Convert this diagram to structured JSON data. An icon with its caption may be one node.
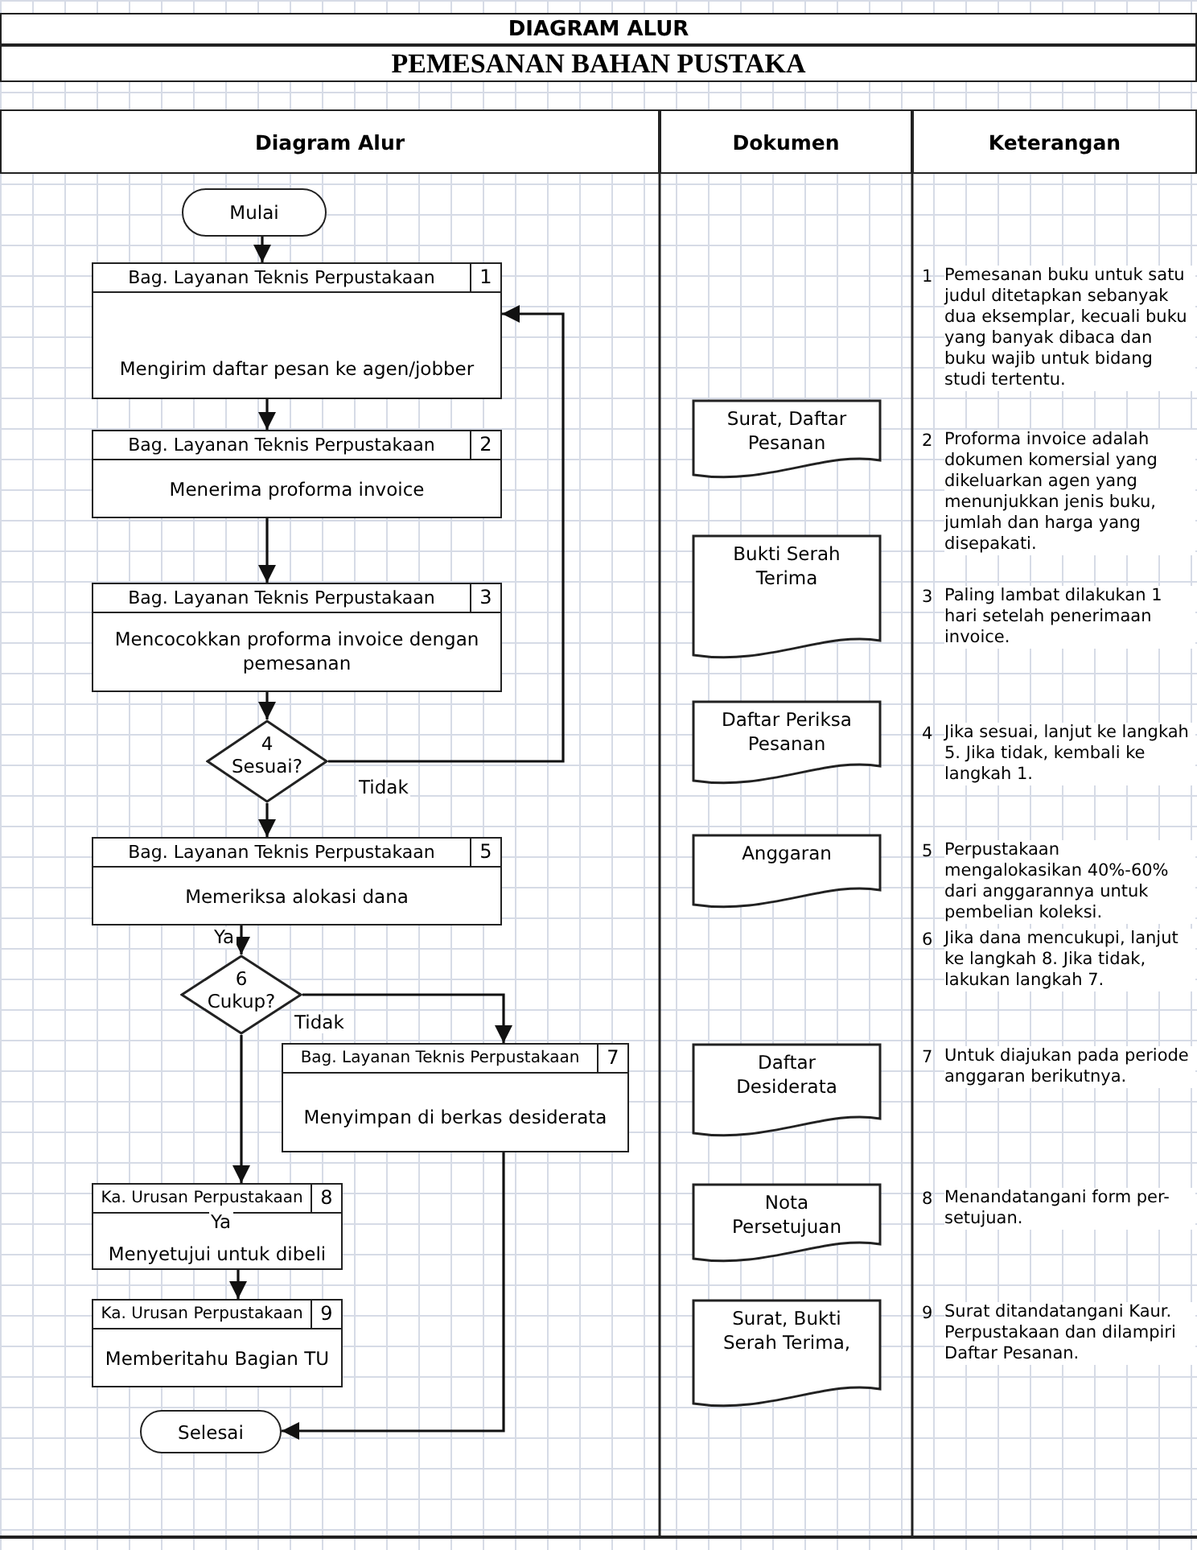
{
  "diagram": {
    "title": "DIAGRAM ALUR",
    "nodes": [
      {
        "text": [
          "Mulai"
        ]
      },
      {
        "text": [
          "Bag. Layanan Teknis Perpustakaan",
          "1",
          "Mengirim daftar pesan ke agen/jobber"
        ]
      },
      {
        "text": [
          "Bag. Layanan Teknis Perpustakaan",
          "2",
          "Menerima proforma invoice"
        ]
      },
      {
        "text": [
          "Bag. Layanan Teknis Perpustakaan",
          "3",
          "Mencocokkan proforma invoice dengan pemesanan"
        ]
      },
      {
        "text": [
          "4",
          "Sesuai?"
        ]
      },
      {
        "text": [
          "Bag. Layanan Teknis Perpustakaan",
          "5",
          "Memeriksa alokasi dana"
        ]
      },
      {
        "text": [
          "6",
          "Cukup?"
        ]
      },
      {
        "text": [
          "Bag. Layanan Teknis Perpustakaan",
          "7",
          "Menyimpan di berkas desiderata"
        ]
      },
      {
        "text": [
          "Ka. Urusan Perpustakaan",
          "8",
          "Menyetujui untuk dibeli"
        ]
      },
      {
        "text": [
          "Ka. Urusan Perpustakaan",
          "9",
          "Memberitahu Bagian TU"
        ]
      },
      {
        "text": [
          "Selesai"
        ]
      },
      {
        "text": [
          "Surat, Daftar Pesanan"
        ]
      },
      {
        "text": [
          "Bukti Serah Terima"
        ]
      },
      {
        "text": [
          "Daftar Periksa Pesanan"
        ]
      },
      {
        "text": [
          "Anggaran"
        ]
      },
      {
        "text": [
          "Daftar Desiderata"
        ]
      },
      {
        "text": [
          "Nota Persetujuan"
        ]
      },
      {
        "text": [
          "Surat, Bukti Serah Terima,"
        ]
      }
    ],
    "edges": [
      {
        "from": 0,
        "to": 1,
        "arrow": "to"
      },
      {
        "from": 1,
        "to": 2,
        "arrow": "to"
      },
      {
        "from": 2,
        "to": 3,
        "arrow": "to"
      },
      {
        "from": 3,
        "to": 4,
        "arrow": "to"
      },
      {
        "from": 4,
        "to": 1,
        "arrow": "to",
        "label": "Tidak"
      },
      {
        "from": 4,
        "to": 5,
        "arrow": "to"
      },
      {
        "from": 5,
        "to": 6,
        "arrow": "to",
        "label": "Ya"
      },
      {
        "from": 6,
        "to": 7,
        "arrow": "to",
        "label": "Tidak"
      },
      {
        "from": 6,
        "to": 8,
        "arrow": "to",
        "label": "Ya"
      },
      {
        "from": 8,
        "to": 9,
        "arrow": "to"
      },
      {
        "from": 7,
        "to": 10,
        "arrow": "to"
      }
    ],
    "labels": [
      "PEMESANAN BAHAN PUSTAKA",
      "Diagram Alur",
      "Dokumen",
      "Keterangan",
      "1",
      "Pemesanan buku untuk satu judul ditetapkan sebanyak dua eksemplar, kecuali buku yang banyak dibaca dan buku wajib untuk bidang studi tertentu.",
      "2",
      "Proforma invoice adalah dokumen komersial yang dikeluarkan agen yang menunjukkan jenis buku, jumlah dan harga yang disepakati.",
      "3",
      "Paling lambat dilakukan 1 hari setelah penerimaan invoice.",
      "4",
      "Jika sesuai, lanjut ke langkah 5. Jika tidak, kembali ke langkah 1.",
      "5",
      "Perpustakaan mengalokasikan 40%-60% dari anggarannya untuk pembelian koleksi.",
      "6",
      "Jika dana mencukupi, lanjut ke langkah 8. Jika tidak, lakukan langkah 7.",
      "7",
      "Untuk diajukan pada periode anggaran berikutnya.",
      "8",
      "Menandatangani form per-setujuan.",
      "9",
      "Surat ditandatangani Kaur. Perpustakaan dan dilampiri Daftar Pesanan."
    ]
  }
}
